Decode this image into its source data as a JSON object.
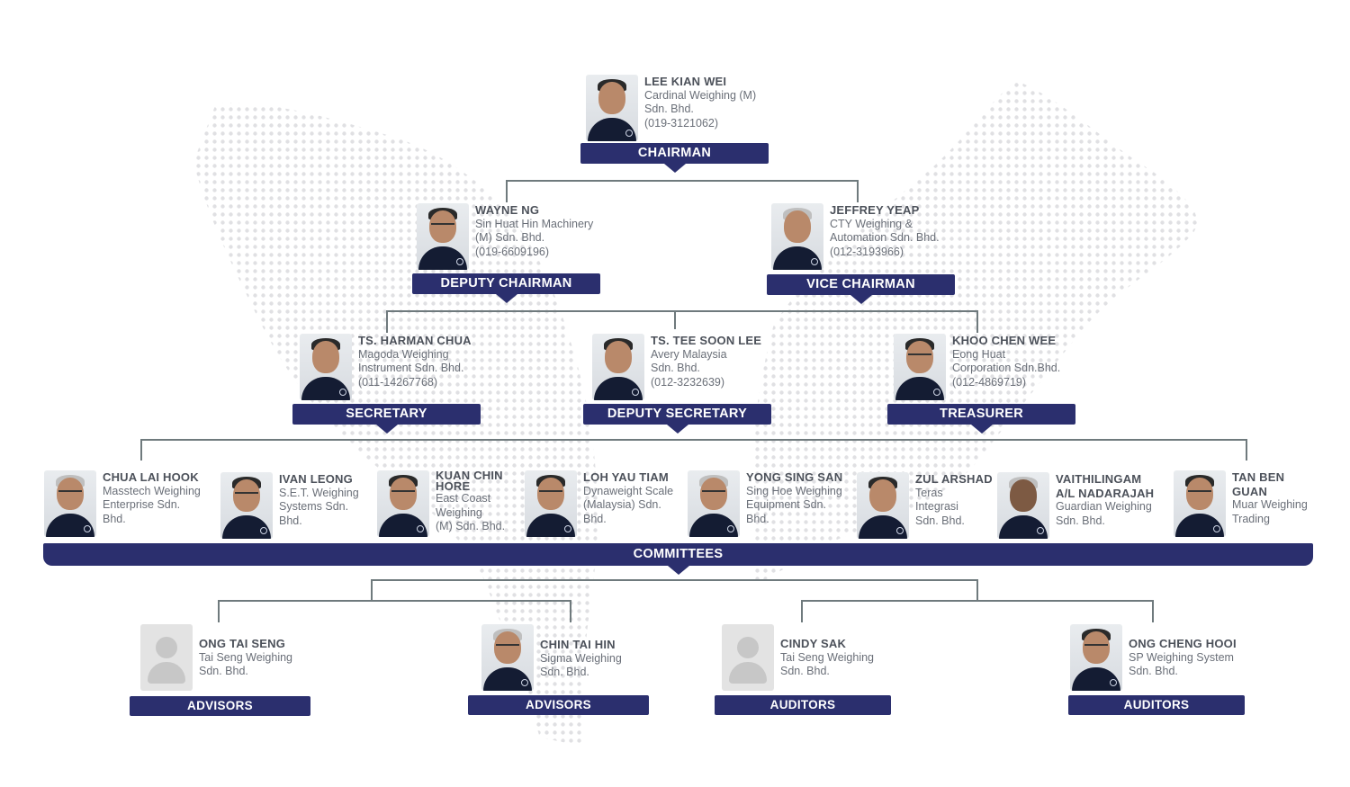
{
  "chairman": {
    "name": "LEE KIAN WEI",
    "company_1": "Cardinal Weighing (M)",
    "company_2": "Sdn. Bhd.",
    "phone": "(019-3121062)",
    "title": "CHAIRMAN"
  },
  "deputy_chairman": {
    "name": "WAYNE NG",
    "company_1": "Sin Huat Hin Machinery",
    "company_2": "(M) Sdn. Bhd.",
    "phone": "(019-6609196)",
    "title": "DEPUTY CHAIRMAN"
  },
  "vice_chairman": {
    "name": "JEFFREY YEAP",
    "company_1": "CTY Weighing &",
    "company_2": "Automation Sdn. Bhd.",
    "phone": "(012-3193966)",
    "title": "VICE CHAIRMAN"
  },
  "secretary": {
    "name": "TS. HARMAN CHUA",
    "company_1": "Magoda Weighing",
    "company_2": "Instrument Sdn. Bhd.",
    "phone": "(011-14267768)",
    "title": "SECRETARY"
  },
  "deputy_secretary": {
    "name": "TS. TEE SOON LEE",
    "company_1": "Avery Malaysia",
    "company_2": "Sdn. Bhd.",
    "phone": "(012-3232639)",
    "title": "DEPUTY SECRETARY"
  },
  "treasurer": {
    "name": "KHOO CHEN WEE",
    "company_1": "Eong Huat",
    "company_2": "Corporation Sdn.Bhd.",
    "phone": "(012-4869719)",
    "title": "TREASURER"
  },
  "committees": {
    "title": "COMMITTEES",
    "members": [
      {
        "name_1": "CHUA LAI HOOK",
        "name_2": "",
        "lines": [
          "Masstech Weighing",
          "Enterprise Sdn.",
          "Bhd."
        ]
      },
      {
        "name_1": "IVAN LEONG",
        "name_2": "",
        "lines": [
          "S.E.T. Weighing",
          "Systems Sdn.",
          "Bhd."
        ]
      },
      {
        "name_1": "KUAN CHIN",
        "name_2": "HORE",
        "lines": [
          "East Coast",
          "Weighing",
          "(M) Sdn. Bhd."
        ]
      },
      {
        "name_1": "LOH YAU TIAM",
        "name_2": "",
        "lines": [
          "Dynaweight Scale",
          "(Malaysia) Sdn.",
          "Bhd."
        ]
      },
      {
        "name_1": "YONG SING SAN",
        "name_2": "",
        "lines": [
          "Sing Hoe Weighing",
          "Equipment Sdn.",
          "Bhd."
        ]
      },
      {
        "name_1": "ZUL ARSHAD",
        "name_2": "",
        "lines": [
          "Teras",
          "Integrasi",
          "Sdn. Bhd."
        ]
      },
      {
        "name_1": "VAITHILINGAM",
        "name_2": "A/L NADARAJAH",
        "lines": [
          "Guardian Weighing",
          "Sdn. Bhd.",
          ""
        ]
      },
      {
        "name_1": "TAN BEN",
        "name_2": "GUAN",
        "lines": [
          "Muar Weighing",
          "Trading",
          ""
        ]
      }
    ]
  },
  "advisors": [
    {
      "name": "ONG TAI SENG",
      "company_1": "Tai Seng Weighing",
      "company_2": "Sdn. Bhd.",
      "title": "ADVISORS"
    },
    {
      "name": "CHIN TAI HIN",
      "company_1": "Sigma Weighing",
      "company_2": "Sdn. Bhd.",
      "title": "ADVISORS"
    }
  ],
  "auditors": [
    {
      "name": "CINDY SAK",
      "company_1": "Tai Seng Weighing",
      "company_2": "Sdn. Bhd.",
      "title": "AUDITORS"
    },
    {
      "name": "ONG CHENG HOOI",
      "company_1": "SP Weighing System",
      "company_2": "Sdn. Bhd.",
      "title": "AUDITORS"
    }
  ],
  "colors": {
    "label_bg": "#2b2f6e",
    "connector": "#6f7a7d",
    "map_dots": "#d9dadd"
  }
}
